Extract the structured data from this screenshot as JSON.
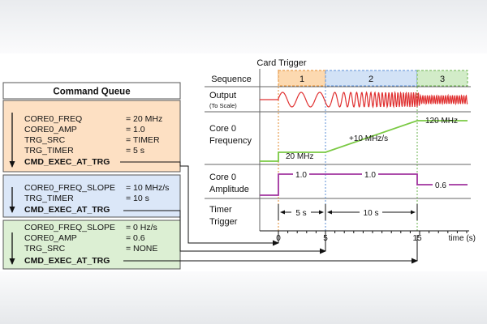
{
  "colors": {
    "block_orange": "#fde0c3",
    "block_blue": "#dbe7f8",
    "block_green": "#dcefd3",
    "seq_orange": "#fcd9b0",
    "seq_blue": "#d2e2f6",
    "seq_green": "#d2ecc8",
    "output_red": "#e03030",
    "freq_green": "#7ac943",
    "amp_purple": "#a0339e",
    "border": "#555555"
  },
  "card_trigger_label": "Card Trigger",
  "command_queue": {
    "title": "Command Queue",
    "blocks": [
      {
        "lines": [
          {
            "name": "CORE0_FREQ",
            "value": "= 20 MHz",
            "bold": false
          },
          {
            "name": "CORE0_AMP",
            "value": "= 1.0",
            "bold": false
          },
          {
            "name": "TRG_SRC",
            "value": "= TIMER",
            "bold": false
          },
          {
            "name": "TRG_TIMER",
            "value": "= 5 s",
            "bold": false
          },
          {
            "name": "CMD_EXEC_AT_TRG",
            "value": "",
            "bold": true
          }
        ]
      },
      {
        "lines": [
          {
            "name": "CORE0_FREQ_SLOPE",
            "value": "= 10 MHz/s",
            "bold": false
          },
          {
            "name": "TRG_TIMER",
            "value": "= 10 s",
            "bold": false
          },
          {
            "name": "CMD_EXEC_AT_TRG",
            "value": "",
            "bold": true
          }
        ]
      },
      {
        "lines": [
          {
            "name": "CORE0_FREQ_SLOPE",
            "value": "= 0 Hz/s",
            "bold": false
          },
          {
            "name": "CORE0_AMP",
            "value": "= 0.6",
            "bold": false
          },
          {
            "name": "TRG_SRC",
            "value": "= NONE",
            "bold": false
          },
          {
            "name": "CMD_EXEC_AT_TRG",
            "value": "",
            "bold": true
          }
        ]
      }
    ]
  },
  "timing": {
    "row_labels": {
      "sequence": "Sequence",
      "output": "Output",
      "output_sub": "(To Scale)",
      "freq_line1": "Core 0",
      "freq_line2": "Frequency",
      "amp_line1": "Core 0",
      "amp_line2": "Amplitude",
      "timer_line1": "Timer",
      "timer_line2": "Trigger"
    },
    "sequence_steps": [
      "1",
      "2",
      "3"
    ],
    "freq_labels": {
      "start": "20 MHz",
      "slope": "+10 MHz/s",
      "end": "120 MHz"
    },
    "amp_labels": {
      "first": "1.0",
      "second": "1.0",
      "third": "0.6"
    },
    "timer_labels": {
      "first": "5 s",
      "second": "10 s"
    },
    "time_ticks": [
      "0",
      "5",
      "15"
    ],
    "time_axis_label": "time (s)",
    "trigger_times_s": [
      0,
      5,
      15
    ]
  }
}
